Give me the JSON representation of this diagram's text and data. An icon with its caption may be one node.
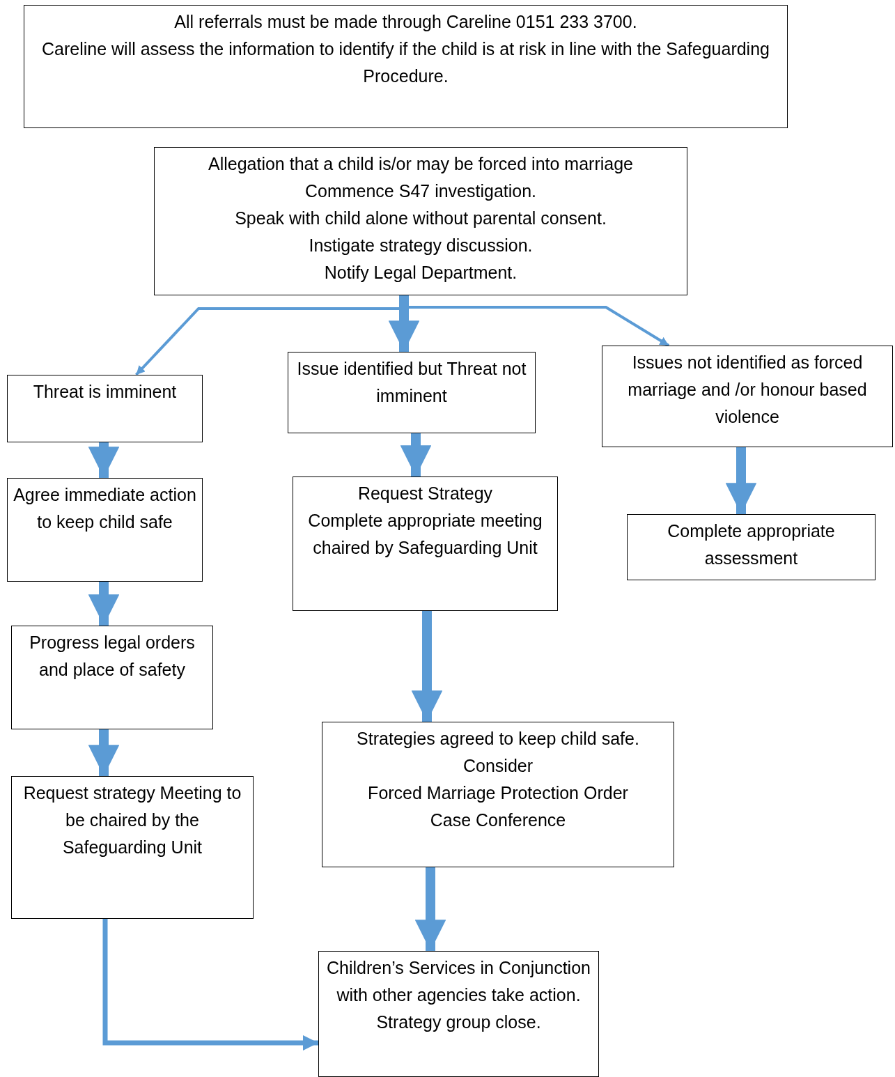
{
  "diagram": {
    "nodes": [
      {
        "text": [
          "All referrals must be made through Careline 0151 233 3700.",
          "Careline will assess the information to identify if the child is at risk in line with the Safeguarding Procedure."
        ]
      },
      {
        "text": [
          "Allegation that a child is/or may be forced into marriage",
          "Commence S47 investigation.",
          "Speak with child alone without parental consent.",
          "Instigate strategy discussion.",
          "Notify Legal Department."
        ]
      },
      {
        "text": [
          "Threat is imminent"
        ]
      },
      {
        "text": [
          "Issue identified but Threat not imminent"
        ]
      },
      {
        "text": [
          "Issues not identified as forced marriage and /or honour based violence"
        ]
      },
      {
        "text": [
          "Agree immediate action to keep child safe"
        ]
      },
      {
        "text": [
          "Request Strategy",
          "Complete appropriate meeting chaired by Safeguarding Unit"
        ]
      },
      {
        "text": [
          "Complete appropriate assessment"
        ]
      },
      {
        "text": [
          "Progress legal orders and place of safety"
        ]
      },
      {
        "text": [
          "Request strategy Meeting to be chaired by the Safeguarding Unit"
        ]
      },
      {
        "text": [
          "Strategies agreed to keep child safe.",
          "Consider",
          "Forced Marriage Protection Order",
          "Case Conference"
        ]
      },
      {
        "text": [
          "Children’s Services in Conjunction with other agencies take action.",
          "Strategy group close."
        ]
      }
    ],
    "edges": [
      {
        "from": 1,
        "to": 2,
        "arrow": "to"
      },
      {
        "from": 1,
        "to": 3,
        "arrow": "to"
      },
      {
        "from": 1,
        "to": 4,
        "arrow": "to"
      },
      {
        "from": 2,
        "to": 5,
        "arrow": "to"
      },
      {
        "from": 5,
        "to": 8,
        "arrow": "to"
      },
      {
        "from": 8,
        "to": 9,
        "arrow": "to"
      },
      {
        "from": 3,
        "to": 6,
        "arrow": "to"
      },
      {
        "from": 6,
        "to": 10,
        "arrow": "to"
      },
      {
        "from": 10,
        "to": 11,
        "arrow": "to"
      },
      {
        "from": 4,
        "to": 7,
        "arrow": "to"
      },
      {
        "from": 9,
        "to": 11,
        "arrow": "to"
      }
    ]
  }
}
